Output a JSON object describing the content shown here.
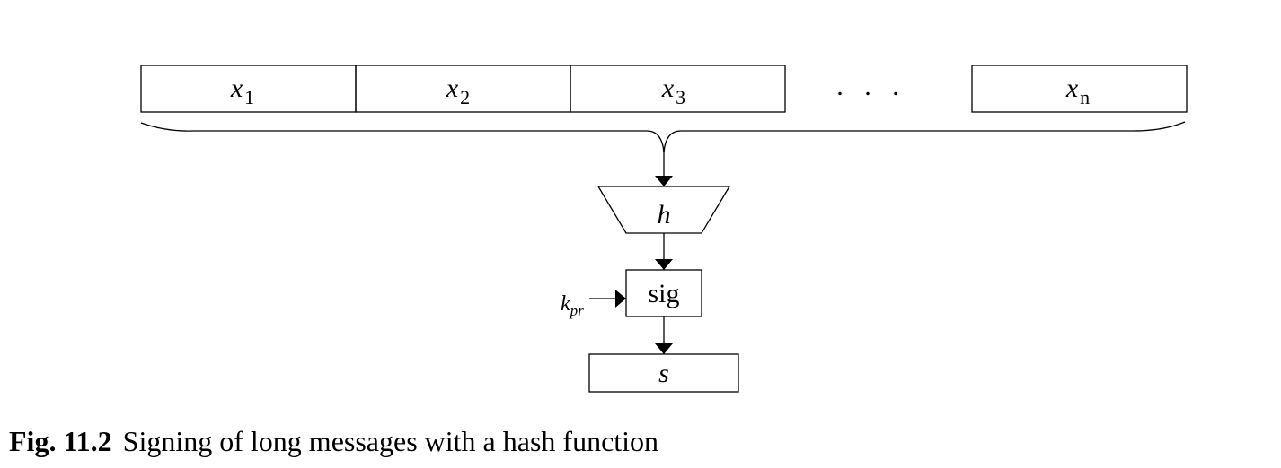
{
  "diagram": {
    "message_blocks": [
      {
        "base": "x",
        "sub": "1"
      },
      {
        "base": "x",
        "sub": "2"
      },
      {
        "base": "x",
        "sub": "3"
      },
      {
        "base": "x",
        "sub": "n"
      }
    ],
    "ellipsis": ". . .",
    "hash_function": "h",
    "sign_block": "sig",
    "private_key": {
      "base": "k",
      "sub": "pr"
    },
    "signature_output": "s"
  },
  "caption": {
    "label": "Fig. 11.2",
    "text": "Signing of long messages with a hash function"
  }
}
